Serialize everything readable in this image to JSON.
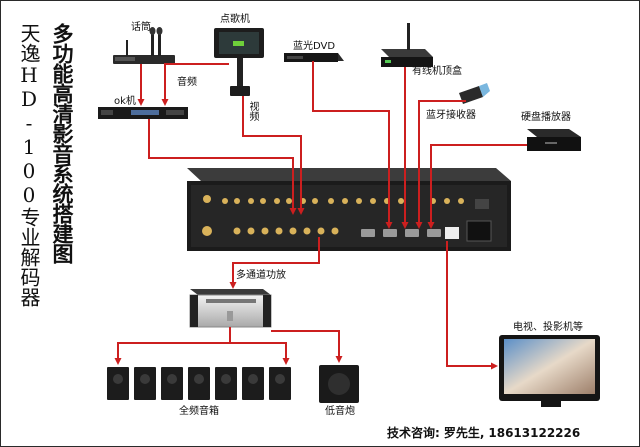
{
  "title": {
    "product": "天逸HD-100专业解码器",
    "system": "多功能高清影音系统搭建图"
  },
  "devices": {
    "microphone": "话筒",
    "karaoke_player": "点歌机",
    "bluray": "蓝光DVD",
    "set_top_box": "有线机顶盒",
    "bluetooth": "蓝牙接收器",
    "hdd_player": "硬盘播放器",
    "ok_unit": "ok机",
    "amplifier": "多通道功放",
    "speakers": "全频音箱",
    "subwoofer": "低音炮",
    "display": "电视、投影机等"
  },
  "wire_labels": {
    "audio": "音频",
    "video": "视频"
  },
  "contact": {
    "label": "技术咨询:",
    "name": "罗先生,",
    "phone": "18613122226"
  },
  "colors": {
    "wire": "#cc1f1f",
    "unit_body": "#1b1b1b",
    "unit_panel": "#2b2b2b",
    "jack": "#d9b25a",
    "text": "#111111"
  }
}
